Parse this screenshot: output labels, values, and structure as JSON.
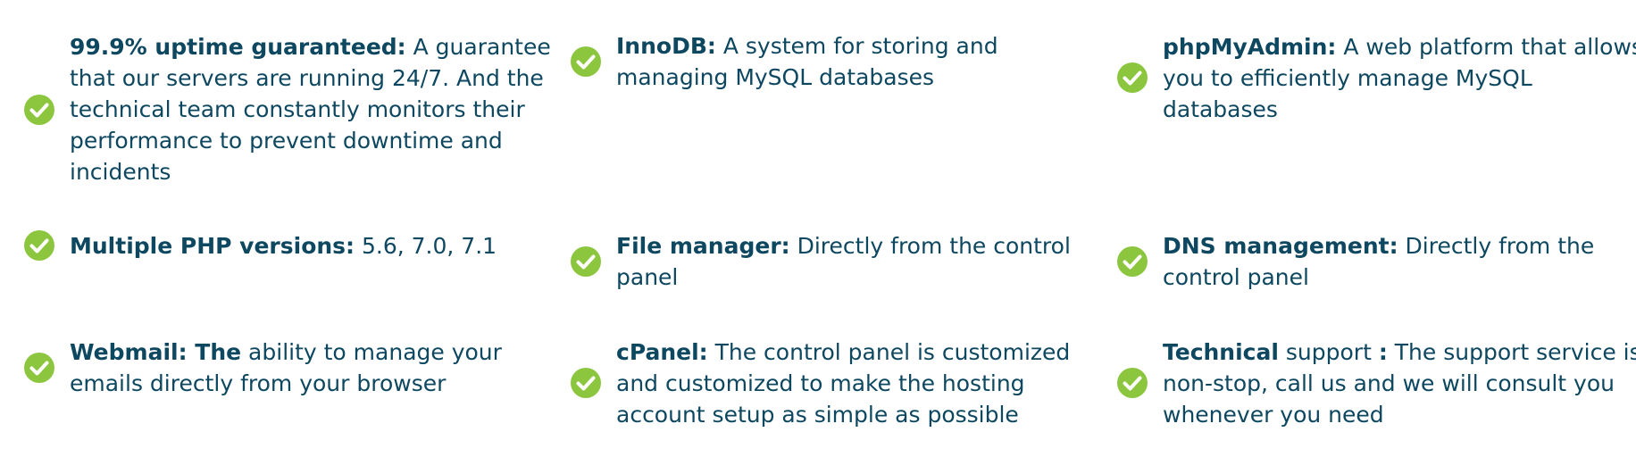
{
  "colors": {
    "accent": "#8cc63f",
    "text": "#0d4760"
  },
  "icons": {
    "check": "check-circle-icon"
  },
  "features": [
    {
      "title": "99.9% uptime guaranteed:",
      "description": " A guarantee that our servers are running 24/7. And the technical team constantly monitors their performance to prevent downtime and incidents"
    },
    {
      "title": "InnoDB:",
      "description": " A system for storing and managing MySQL databases"
    },
    {
      "title": "phpMyAdmin:",
      "description": " A web platform that allows you to efficiently manage MySQL databases"
    },
    {
      "title": "Multiple PHP versions:",
      "description": " 5.6, 7.0, 7.1"
    },
    {
      "title": "File manager:",
      "description": " Directly from the control panel"
    },
    {
      "title": "DNS management:",
      "description": " Directly from the control panel"
    },
    {
      "title": "Webmail: The",
      "description": " ability to manage your emails directly from your browser"
    },
    {
      "title": "cPanel:",
      "description": " The control panel is customized and customized to make the hosting account setup as simple as possible"
    },
    {
      "title": "Technical",
      "title_mid": " support ",
      "title_end": ":",
      "description": " The support service is non-stop, call us and we will consult you whenever you need"
    }
  ]
}
